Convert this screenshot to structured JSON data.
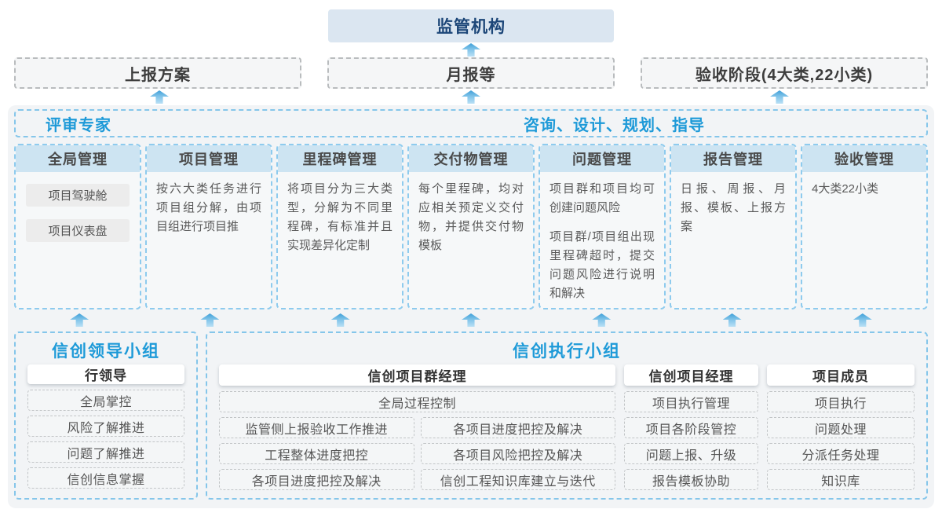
{
  "colors": {
    "accent_blue": "#1e9ad8",
    "regulator_bg": "#dbe6f1",
    "regulator_text": "#1c4678",
    "column_header_bg": "#cde4f2",
    "panel_bg": "#f2f4f6",
    "dashed_blue_border": "#85c6ea",
    "dashed_gray_border": "#b9bcbe",
    "arrow_blue": "#3f9fd8"
  },
  "top": {
    "regulator": "监管机构",
    "outputs": [
      "上报方案",
      "月报等",
      "验收阶段(4大类,22小类)"
    ]
  },
  "expert_bar": {
    "left": "评审专家",
    "right": "咨询、设计、规划、指导"
  },
  "columns": [
    {
      "title": "全局管理",
      "chips": [
        "项目驾驶舱",
        "项目仪表盘"
      ]
    },
    {
      "title": "项目管理",
      "paragraphs": [
        "按六大类任务进行项目组分解，由项目组进行项目推"
      ]
    },
    {
      "title": "里程碑管理",
      "paragraphs": [
        "将项目分为三大类型，分解为不同里程碑，有标准并且实现差异化定制"
      ]
    },
    {
      "title": "交付物管理",
      "paragraphs": [
        "每个里程碑，均对应相关预定义交付物，并提供交付物模板"
      ]
    },
    {
      "title": "问题管理",
      "paragraphs": [
        "项目群和项目均可创建问题风险",
        "项目群/项目组出现里程碑超时，提交问题风险进行说明和解决"
      ]
    },
    {
      "title": "报告管理",
      "paragraphs": [
        "日报、周报、月报、模板、上报方案"
      ]
    },
    {
      "title": "验收管理",
      "paragraphs": [
        "4大类22小类"
      ]
    }
  ],
  "bottom": {
    "leader_group": {
      "title": "信创领导小组",
      "role": "行领导",
      "items": [
        "全局掌控",
        "风险了解推进",
        "问题了解推进",
        "信创信息掌握"
      ]
    },
    "exec_group": {
      "title": "信创执行小组",
      "program_manager": {
        "role": "信创项目群经理",
        "full_width_item": "全局过程控制",
        "left_items": [
          "监管侧上报验收工作推进",
          "工程整体进度把控",
          "各项目进度把控及解决"
        ],
        "right_items": [
          "各项目进度把控及解决",
          "各项目风险把控及解决",
          "信创工程知识库建立与迭代"
        ]
      },
      "project_manager": {
        "role": "信创项目经理",
        "items": [
          "项目执行管理",
          "项目各阶段管控",
          "问题上报、升级",
          "报告模板协助"
        ]
      },
      "project_member": {
        "role": "项目成员",
        "items": [
          "项目执行",
          "问题处理",
          "分派任务处理",
          "知识库"
        ]
      }
    }
  }
}
